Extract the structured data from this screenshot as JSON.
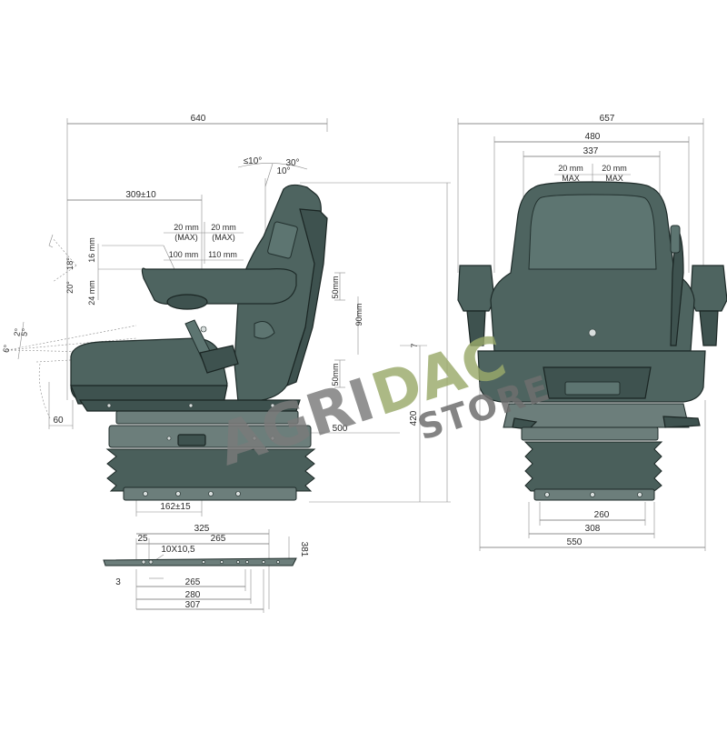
{
  "watermark": {
    "brand_part1": "AGRI",
    "brand_part2": "DAC",
    "brand_sub": "STORE",
    "color_primary": "#7a7a7a",
    "color_accent": "#9aaa6a"
  },
  "side_view": {
    "overall_depth": "640",
    "seat_offset": "309±10",
    "angle_fwd": "≤10°",
    "angle_back": "30°",
    "angle_min": "10°",
    "armrest_adj_a": "20 mm",
    "armrest_adj_a_max": "(MAX)",
    "armrest_adj_b": "20 mm",
    "armrest_adj_b_max": "(MAX)",
    "armrest_len_a": "100 mm",
    "armrest_len_b": "110 mm",
    "armrest_tilt_16": "16 mm",
    "armrest_tilt_24": "24 mm",
    "armrest_angle_18": "18°",
    "armrest_angle_20": "20°",
    "cushion_angle_2": "2°",
    "cushion_angle_5": "5°",
    "cushion_angle_6": "6°",
    "lumbar_50_top": "50mm",
    "lumbar_50_bottom": "50mm",
    "lumbar_90": "90mm",
    "back_height_partial": "7",
    "front_gap": "60",
    "slide_travel": "500",
    "suspension_height": "420",
    "base_offset": "162±15"
  },
  "front_view": {
    "overall_width": "657",
    "backrest_width": "480",
    "headrest_width": "337",
    "lateral_adj_left": "20 mm",
    "lateral_adj_left_max": "MAX",
    "lateral_adj_right": "20 mm",
    "lateral_adj_right_max": "MAX",
    "base_holes": "260",
    "base_width": "308",
    "bottom_width": "550"
  },
  "rail_detail": {
    "rail_length": "325",
    "rail_offset": "25",
    "rail_slot_span": "265",
    "slot_size": "10X10,5",
    "rail_height": "381",
    "bottom_offset": "3",
    "bottom_span": "265",
    "span_280": "280",
    "span_307": "307"
  }
}
